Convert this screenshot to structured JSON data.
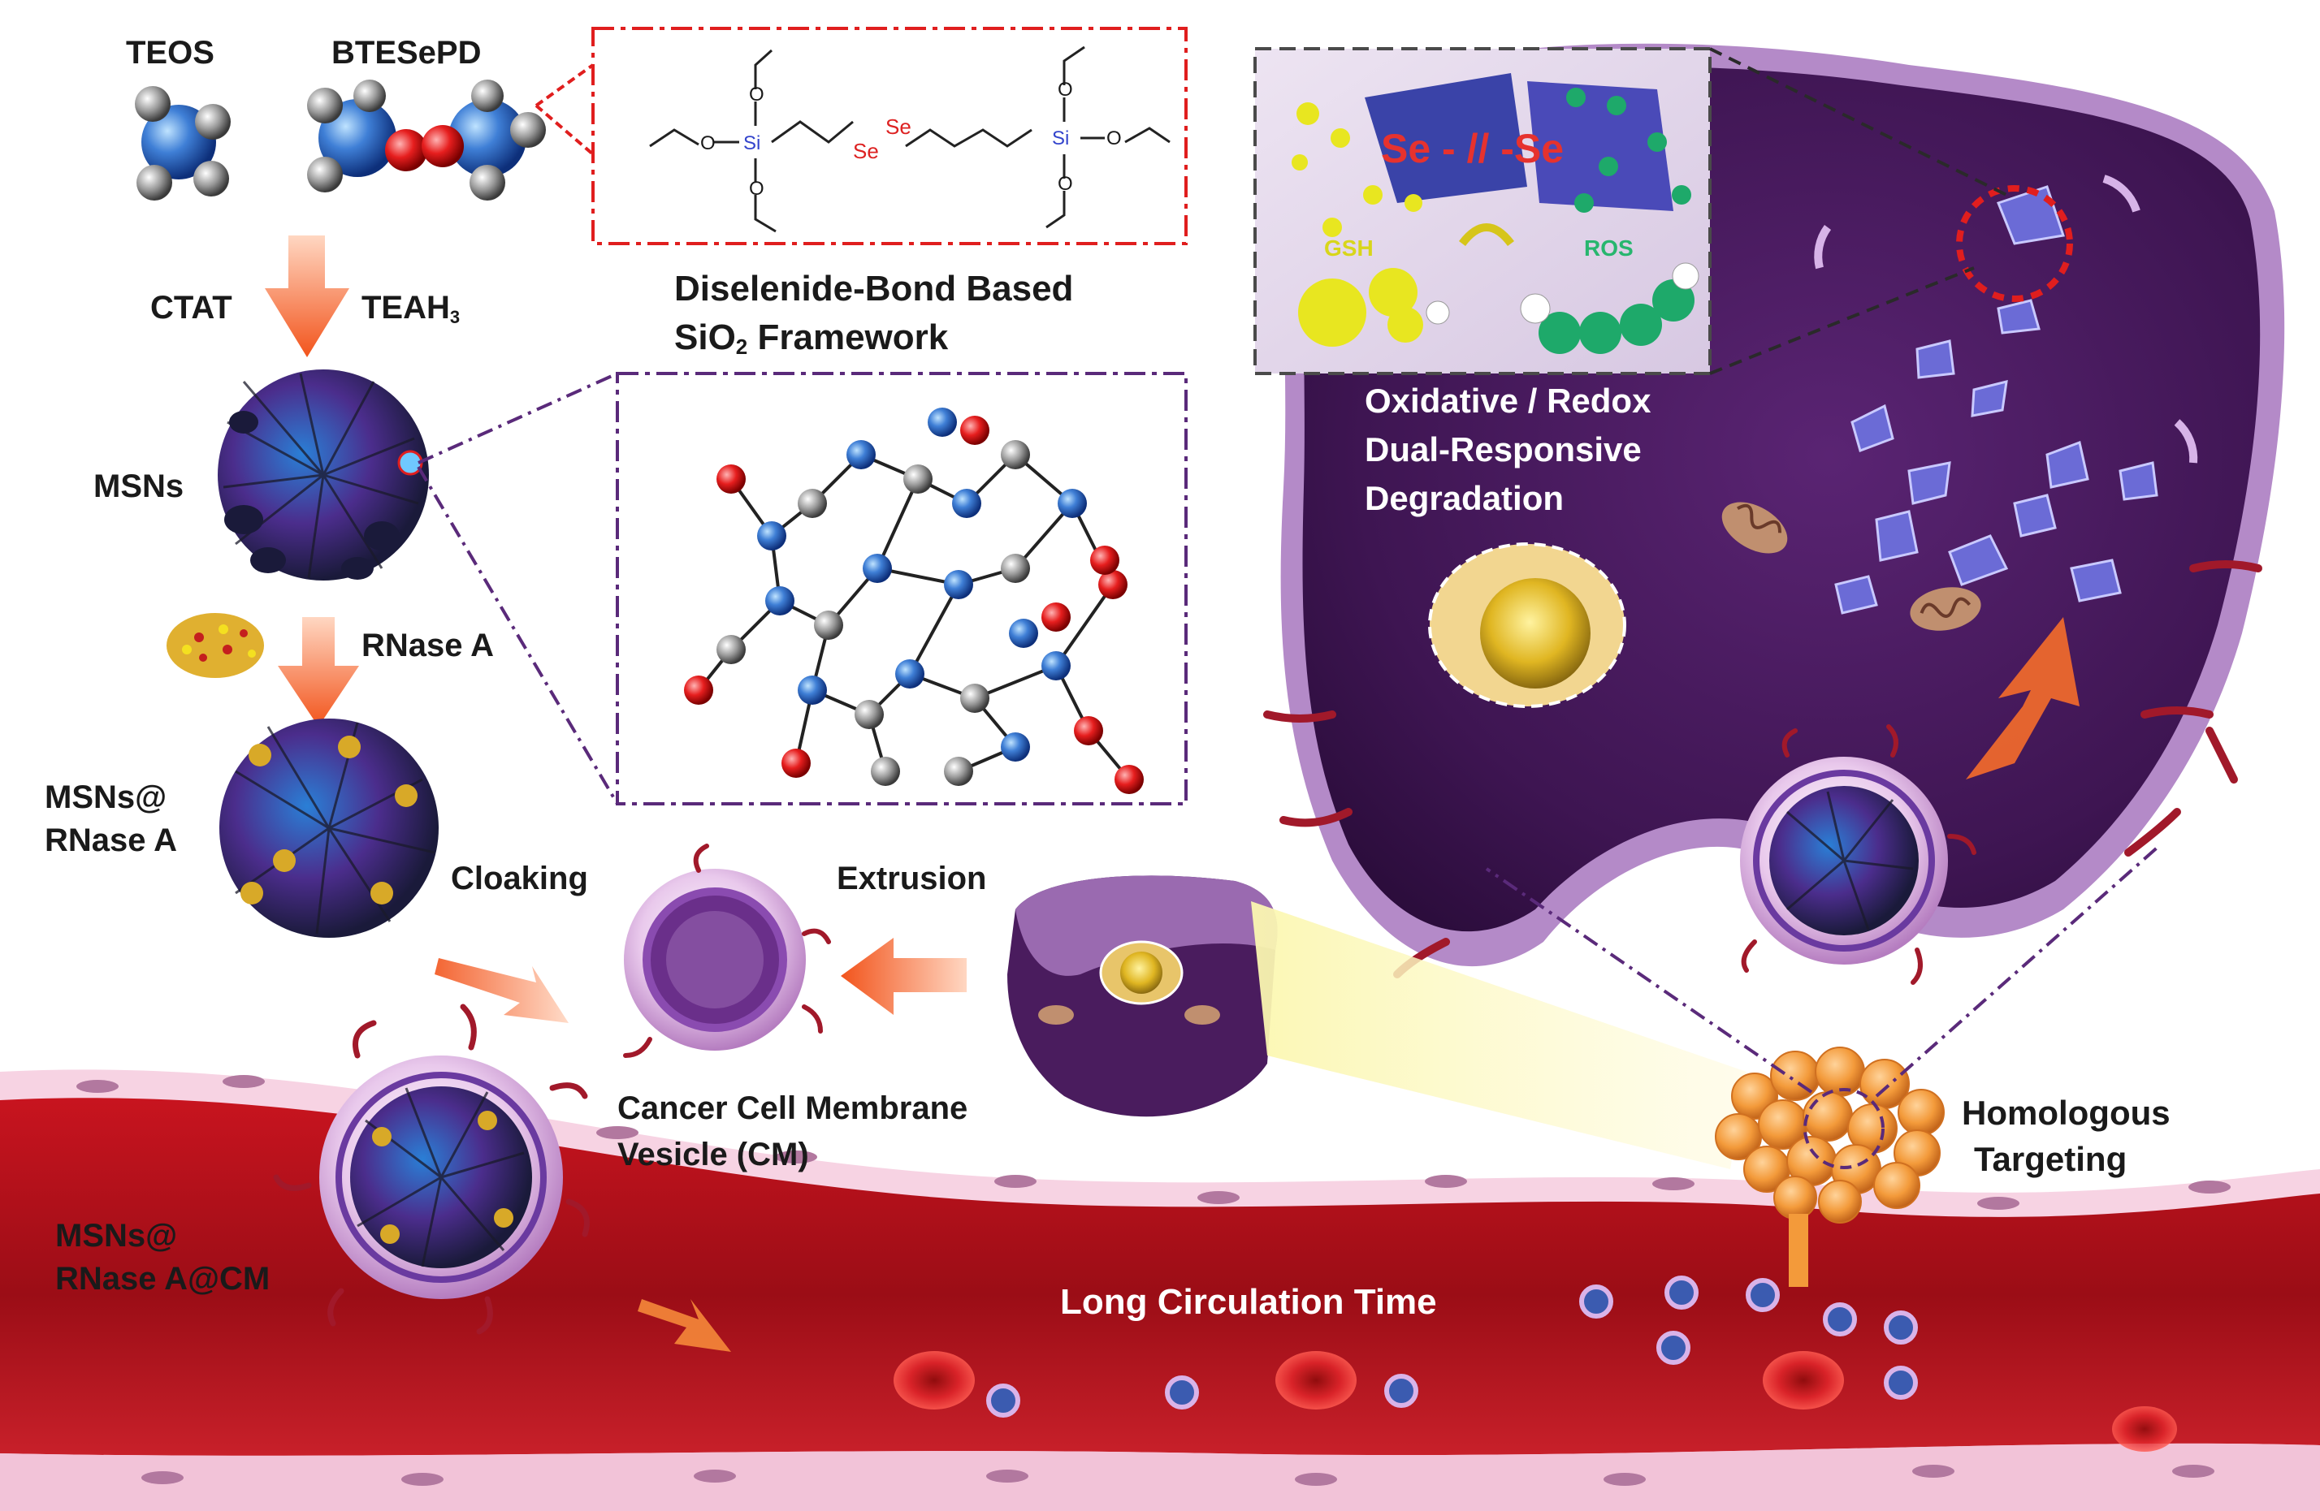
{
  "precursors": {
    "teos": "TEOS",
    "btespd": "BTESePD"
  },
  "structure": {
    "o_label": "O",
    "si_label": "Si",
    "se_label": "Se",
    "caption_line1": "Diselenide-Bond  Based",
    "caption_line2_prefix": "SiO",
    "caption_line2_sub": "2",
    "caption_line2_suffix": " Framework"
  },
  "reagents": {
    "ctat": "CTAT",
    "teah": "TEAH",
    "teah_sub": "3"
  },
  "particles": {
    "msns": "MSNs",
    "rnase": "RNase A",
    "msns_rnase_line1": "MSNs@",
    "msns_rnase_line2": "RNase A",
    "final_line1": "MSNs@",
    "final_line2": "RNase A@CM"
  },
  "process": {
    "cloaking": "Cloaking",
    "extrusion": "Extrusion",
    "membrane_line1": "Cancer Cell Membrane",
    "membrane_line2": "Vesicle (CM)"
  },
  "inset": {
    "se_bond": "Se - // -Se",
    "gsh": "GSH",
    "ros": "ROS"
  },
  "cell": {
    "degradation_line1": "Oxidative / Redox",
    "degradation_line2": "Dual-Responsive",
    "degradation_line3": "Degradation"
  },
  "vessel": {
    "long_circulation": "Long Circulation  Time",
    "homologous_line1": "Homologous",
    "homologous_line2": "Targeting"
  },
  "colors": {
    "blood": "#b5121b",
    "cell_purple": "#4a1c5e",
    "membrane_pink": "#d99ad6",
    "arrow_orange": "#f26a2b",
    "si_blue": "#3a6bd1",
    "o_red": "#e01e1e",
    "c_gray": "#6a6a6a"
  }
}
